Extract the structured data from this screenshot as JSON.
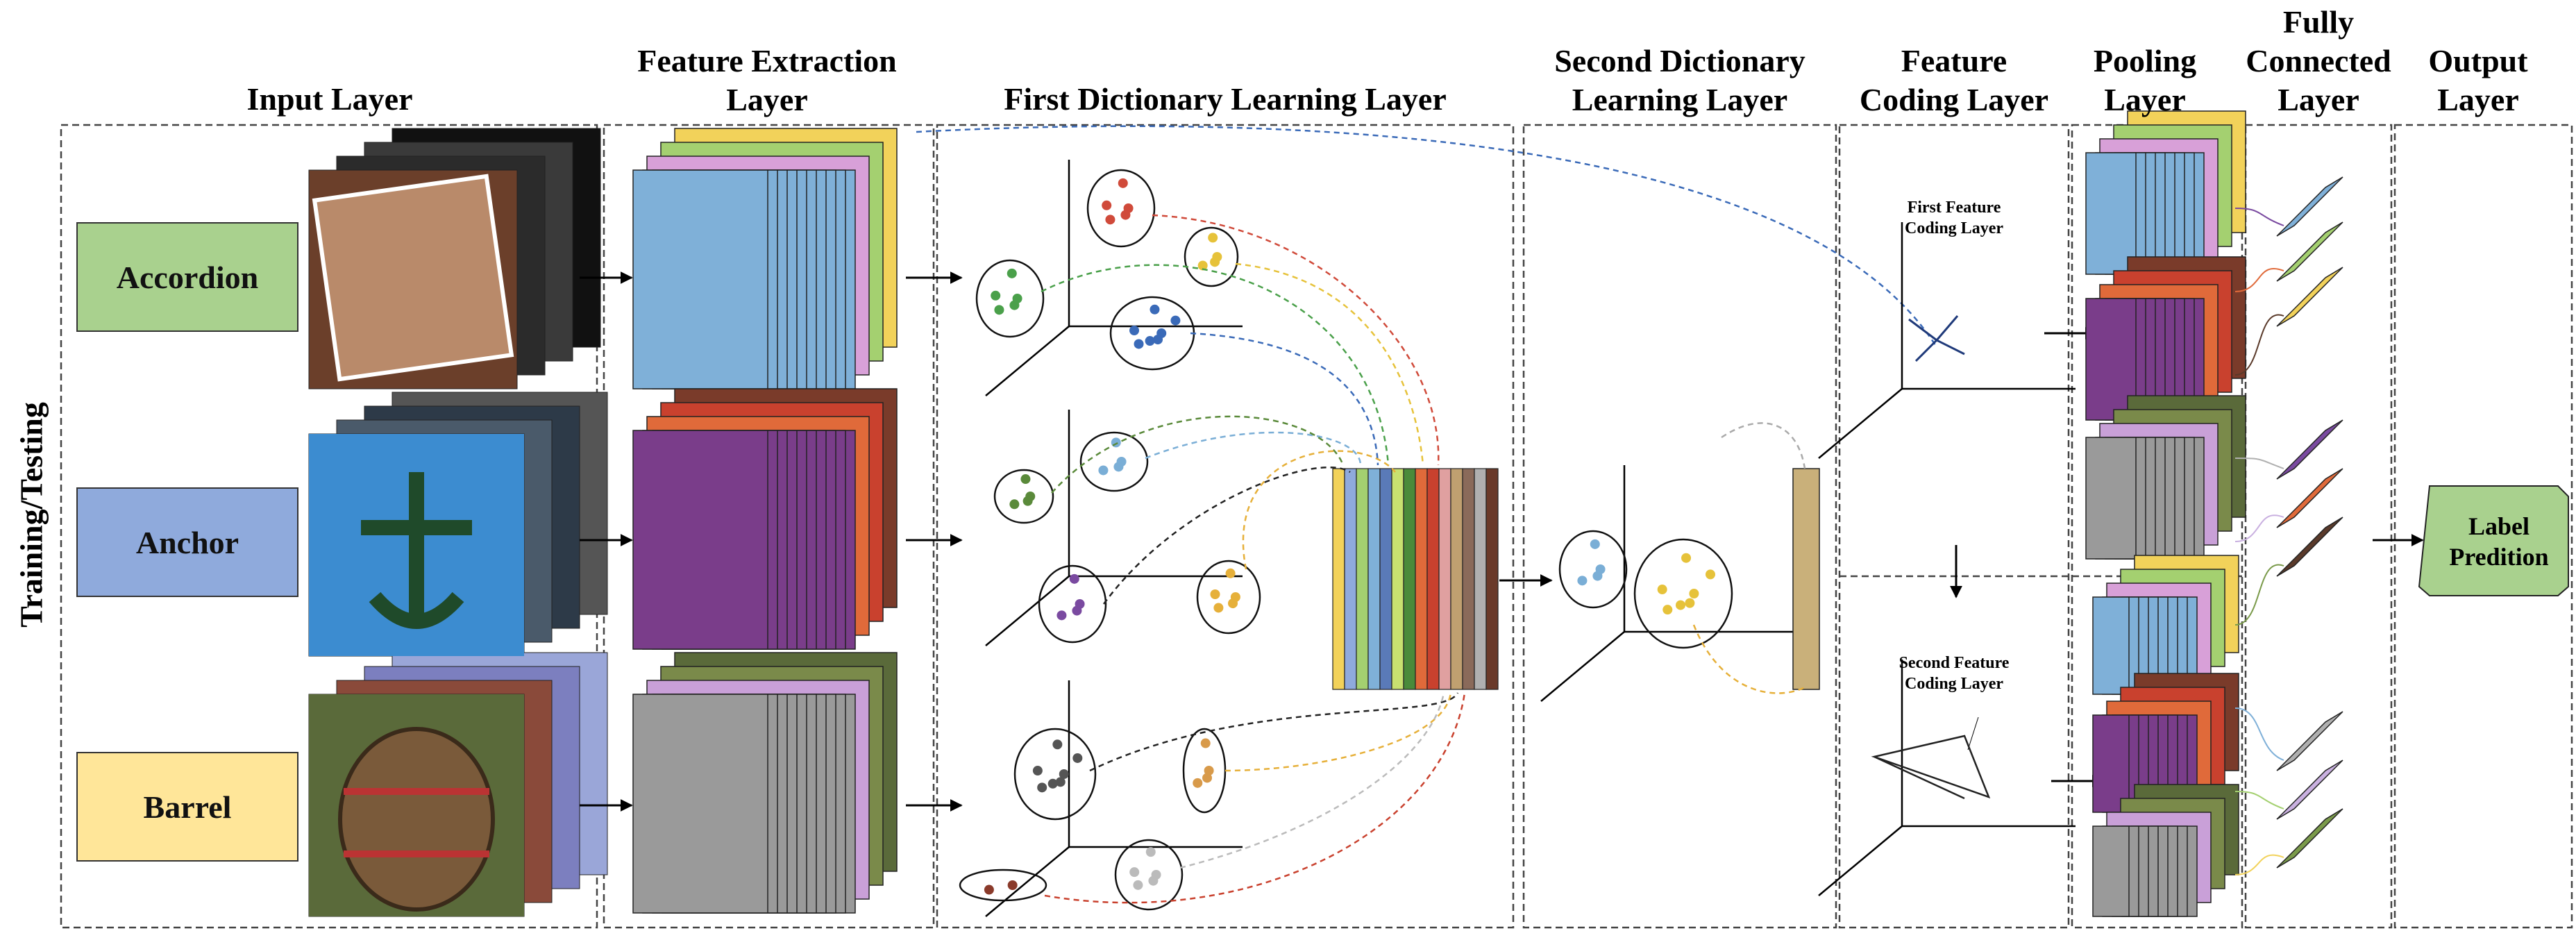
{
  "headers": {
    "input": "Input Layer",
    "feature_extraction": "Feature Extraction\nLayer",
    "first_dictionary": "First Dictionary Learning Layer",
    "second_dictionary": "Second Dictionary\nLearning Layer",
    "feature_coding": "Feature\nCoding Layer",
    "pooling": "Pooling\nLayer",
    "fully_connected": "Fully\nConnected\nLayer",
    "output": "Output\nLayer"
  },
  "side_label": "Training/Testing",
  "classes": [
    {
      "label": "Accordion",
      "color": "#a9d18e"
    },
    {
      "label": "Anchor",
      "color": "#8faadc"
    },
    {
      "label": "Barrel",
      "color": "#ffe699"
    }
  ],
  "coding": {
    "first": "First Feature\nCoding Layer",
    "second": "Second Feature\nCoding Layer"
  },
  "output_label": "Label\nPredition",
  "colors": {
    "green_box": "#a9d18e",
    "blue_box": "#8faadc",
    "yellow_box": "#ffe699",
    "output_box": "#a9d18e",
    "stack1_front": "#7fb0d8",
    "stack2_front": "#7a3d8a",
    "stack3_front": "#9a9a9a"
  }
}
